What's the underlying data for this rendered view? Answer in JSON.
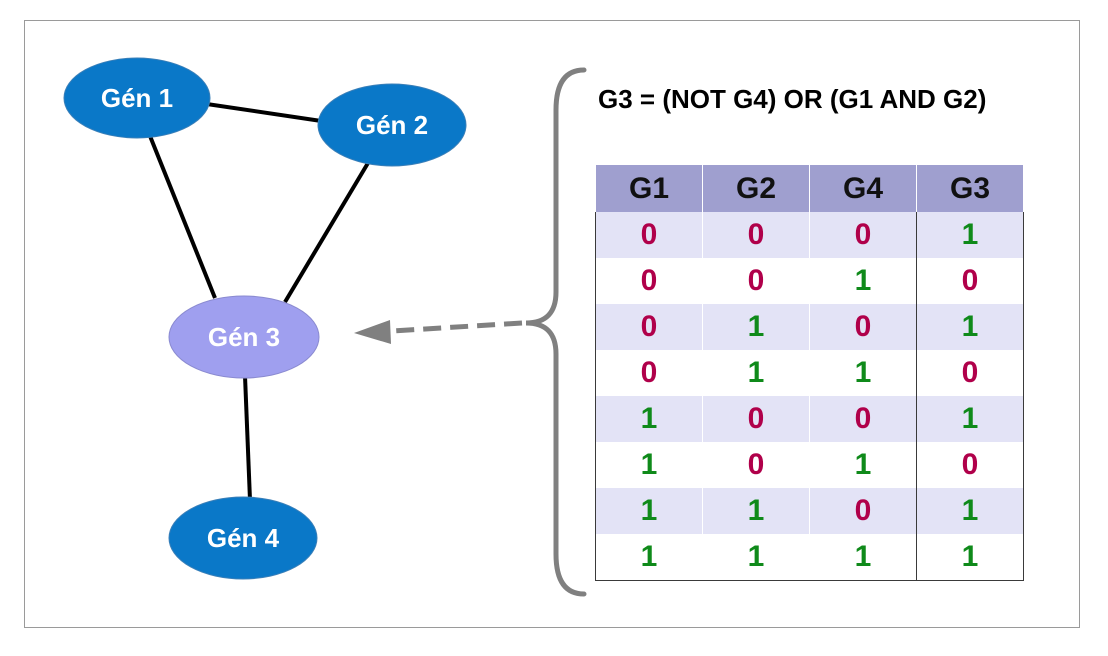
{
  "colors": {
    "node_blue": "#0a78c8",
    "node_highlight": "#9f9fef",
    "header_bg": "#9f9fcf",
    "row_alt_bg": "#e3e3f6",
    "value_zero": "#b0004a",
    "value_one": "#0f8a1a",
    "arrow": "#808080",
    "brace": "#808080"
  },
  "nodes": {
    "gene1": "Gén 1",
    "gene2": "Gén 2",
    "gene3": "Gén 3",
    "gene4": "Gén 4"
  },
  "formula": "G3 = (NOT G4) OR (G1 AND G2)",
  "table": {
    "headers": [
      "G1",
      "G2",
      "G4",
      "G3"
    ],
    "rows": [
      [
        "0",
        "0",
        "0",
        "1"
      ],
      [
        "0",
        "0",
        "1",
        "0"
      ],
      [
        "0",
        "1",
        "0",
        "1"
      ],
      [
        "0",
        "1",
        "1",
        "0"
      ],
      [
        "1",
        "0",
        "0",
        "1"
      ],
      [
        "1",
        "0",
        "1",
        "0"
      ],
      [
        "1",
        "1",
        "0",
        "1"
      ],
      [
        "1",
        "1",
        "1",
        "1"
      ]
    ]
  }
}
